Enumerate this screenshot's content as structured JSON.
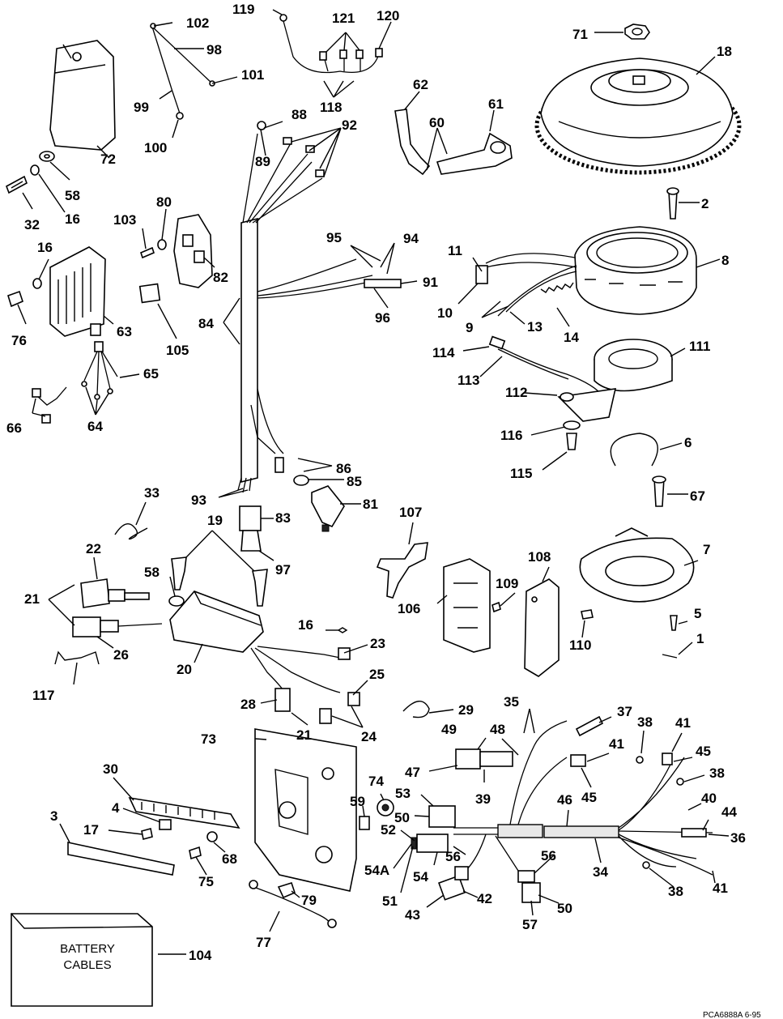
{
  "diagram": {
    "labels": [
      {
        "id": "119",
        "text": "119"
      },
      {
        "id": "121",
        "text": "121"
      },
      {
        "id": "120",
        "text": "120"
      },
      {
        "id": "102",
        "text": "102"
      },
      {
        "id": "98",
        "text": "98"
      },
      {
        "id": "101",
        "text": "101"
      },
      {
        "id": "99",
        "text": "99"
      },
      {
        "id": "100",
        "text": "100"
      },
      {
        "id": "118",
        "text": "118"
      },
      {
        "id": "72",
        "text": "72"
      },
      {
        "id": "58a",
        "text": "58"
      },
      {
        "id": "16a",
        "text": "16"
      },
      {
        "id": "32",
        "text": "32"
      },
      {
        "id": "88",
        "text": "88"
      },
      {
        "id": "92",
        "text": "92"
      },
      {
        "id": "89",
        "text": "89"
      },
      {
        "id": "62",
        "text": "62"
      },
      {
        "id": "60",
        "text": "60"
      },
      {
        "id": "61",
        "text": "61"
      },
      {
        "id": "71",
        "text": "71"
      },
      {
        "id": "18",
        "text": "18"
      },
      {
        "id": "2",
        "text": "2"
      },
      {
        "id": "8",
        "text": "8"
      },
      {
        "id": "103",
        "text": "103"
      },
      {
        "id": "80",
        "text": "80"
      },
      {
        "id": "82",
        "text": "82"
      },
      {
        "id": "16b",
        "text": "16"
      },
      {
        "id": "76",
        "text": "76"
      },
      {
        "id": "63",
        "text": "63"
      },
      {
        "id": "105",
        "text": "105"
      },
      {
        "id": "65",
        "text": "65"
      },
      {
        "id": "66",
        "text": "66"
      },
      {
        "id": "64",
        "text": "64"
      },
      {
        "id": "95",
        "text": "95"
      },
      {
        "id": "94",
        "text": "94"
      },
      {
        "id": "91",
        "text": "91"
      },
      {
        "id": "96",
        "text": "96"
      },
      {
        "id": "84",
        "text": "84"
      },
      {
        "id": "11",
        "text": "11"
      },
      {
        "id": "10",
        "text": "10"
      },
      {
        "id": "9",
        "text": "9"
      },
      {
        "id": "13",
        "text": "13"
      },
      {
        "id": "14",
        "text": "14"
      },
      {
        "id": "114",
        "text": "114"
      },
      {
        "id": "113",
        "text": "113"
      },
      {
        "id": "111",
        "text": "111"
      },
      {
        "id": "112",
        "text": "112"
      },
      {
        "id": "116",
        "text": "116"
      },
      {
        "id": "115",
        "text": "115"
      },
      {
        "id": "6",
        "text": "6"
      },
      {
        "id": "67",
        "text": "67"
      },
      {
        "id": "86",
        "text": "86"
      },
      {
        "id": "85",
        "text": "85"
      },
      {
        "id": "93",
        "text": "93"
      },
      {
        "id": "81",
        "text": "81"
      },
      {
        "id": "33",
        "text": "33"
      },
      {
        "id": "19",
        "text": "19"
      },
      {
        "id": "83",
        "text": "83"
      },
      {
        "id": "97",
        "text": "97"
      },
      {
        "id": "22",
        "text": "22"
      },
      {
        "id": "58b",
        "text": "58"
      },
      {
        "id": "21a",
        "text": "21"
      },
      {
        "id": "26",
        "text": "26"
      },
      {
        "id": "20",
        "text": "20"
      },
      {
        "id": "16c",
        "text": "16"
      },
      {
        "id": "23",
        "text": "23"
      },
      {
        "id": "25",
        "text": "25"
      },
      {
        "id": "117",
        "text": "117"
      },
      {
        "id": "28",
        "text": "28"
      },
      {
        "id": "21b",
        "text": "21"
      },
      {
        "id": "24",
        "text": "24"
      },
      {
        "id": "107",
        "text": "107"
      },
      {
        "id": "106",
        "text": "106"
      },
      {
        "id": "108",
        "text": "108"
      },
      {
        "id": "109",
        "text": "109"
      },
      {
        "id": "110",
        "text": "110"
      },
      {
        "id": "7",
        "text": "7"
      },
      {
        "id": "5",
        "text": "5"
      },
      {
        "id": "1",
        "text": "1"
      },
      {
        "id": "29",
        "text": "29"
      },
      {
        "id": "35",
        "text": "35"
      },
      {
        "id": "37",
        "text": "37"
      },
      {
        "id": "49",
        "text": "49"
      },
      {
        "id": "48",
        "text": "48"
      },
      {
        "id": "38a",
        "text": "38"
      },
      {
        "id": "41a",
        "text": "41"
      },
      {
        "id": "41b",
        "text": "41"
      },
      {
        "id": "45a",
        "text": "45"
      },
      {
        "id": "45b",
        "text": "45"
      },
      {
        "id": "38b",
        "text": "38"
      },
      {
        "id": "47",
        "text": "47"
      },
      {
        "id": "39",
        "text": "39"
      },
      {
        "id": "40",
        "text": "40"
      },
      {
        "id": "44",
        "text": "44"
      },
      {
        "id": "73",
        "text": "73"
      },
      {
        "id": "74",
        "text": "74"
      },
      {
        "id": "59",
        "text": "59"
      },
      {
        "id": "53",
        "text": "53"
      },
      {
        "id": "46",
        "text": "46"
      },
      {
        "id": "36",
        "text": "36"
      },
      {
        "id": "50a",
        "text": "50"
      },
      {
        "id": "52",
        "text": "52"
      },
      {
        "id": "56a",
        "text": "56"
      },
      {
        "id": "34",
        "text": "34"
      },
      {
        "id": "56b",
        "text": "56"
      },
      {
        "id": "54A",
        "text": "54A"
      },
      {
        "id": "54",
        "text": "54"
      },
      {
        "id": "38c",
        "text": "38"
      },
      {
        "id": "41c",
        "text": "41"
      },
      {
        "id": "51",
        "text": "51"
      },
      {
        "id": "42",
        "text": "42"
      },
      {
        "id": "50b",
        "text": "50"
      },
      {
        "id": "43",
        "text": "43"
      },
      {
        "id": "57",
        "text": "57"
      },
      {
        "id": "30",
        "text": "30"
      },
      {
        "id": "4",
        "text": "4"
      },
      {
        "id": "3",
        "text": "3"
      },
      {
        "id": "17",
        "text": "17"
      },
      {
        "id": "68",
        "text": "68"
      },
      {
        "id": "75",
        "text": "75"
      },
      {
        "id": "79",
        "text": "79"
      },
      {
        "id": "77",
        "text": "77"
      },
      {
        "id": "104",
        "text": "104"
      }
    ],
    "battery_box": {
      "line1": "BATTERY",
      "line2": "CABLES"
    },
    "footer": "PCA6888A   6-95"
  }
}
